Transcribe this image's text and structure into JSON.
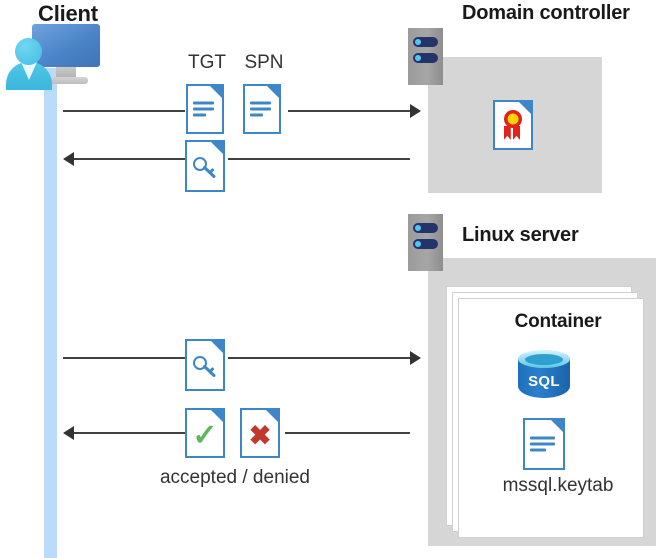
{
  "diagram": {
    "title_client": "Client",
    "title_domain_controller": "Domain controller",
    "title_linux_server": "Linux server",
    "title_container": "Container",
    "label_keytab": "mssql.keytab",
    "label_tgt": "TGT",
    "label_spn": "SPN",
    "label_accepted_denied": "accepted / denied",
    "sql_badge": "SQL"
  },
  "icons": {
    "client": "client-workstation-icon",
    "server_dc": "server-rack-icon",
    "server_linux": "server-rack-icon",
    "certificate": "certificate-document-icon",
    "ticket_tgt": "text-document-icon",
    "ticket_spn": "text-document-icon",
    "key_ticket": "key-document-icon",
    "accepted": "check-document-icon",
    "denied": "x-document-icon",
    "sql": "sql-database-icon",
    "keytab": "text-document-icon"
  },
  "flows": [
    {
      "id": "flow-1",
      "direction": "right",
      "from": "client",
      "to": "domain-controller",
      "carries": [
        "TGT",
        "SPN"
      ]
    },
    {
      "id": "flow-2",
      "direction": "left",
      "from": "domain-controller",
      "to": "client",
      "carries": [
        "key-ticket"
      ]
    },
    {
      "id": "flow-3",
      "direction": "right",
      "from": "client",
      "to": "linux-server",
      "carries": [
        "key-ticket"
      ]
    },
    {
      "id": "flow-4",
      "direction": "left",
      "from": "linux-server",
      "to": "client",
      "carries": [
        "accepted",
        "denied"
      ]
    }
  ],
  "colors": {
    "accent_blue": "#3d87c9",
    "lifeline_blue": "#bcdbfb",
    "panel_gray": "#d6d6d6",
    "server_gray": "#9b9b9b",
    "seal_red": "#e2231a",
    "seal_yellow": "#ffd400",
    "check_green": "#5cb85c",
    "x_red": "#c0392b",
    "sql_blue": "#2a7fcc",
    "line_dark": "#404040"
  }
}
